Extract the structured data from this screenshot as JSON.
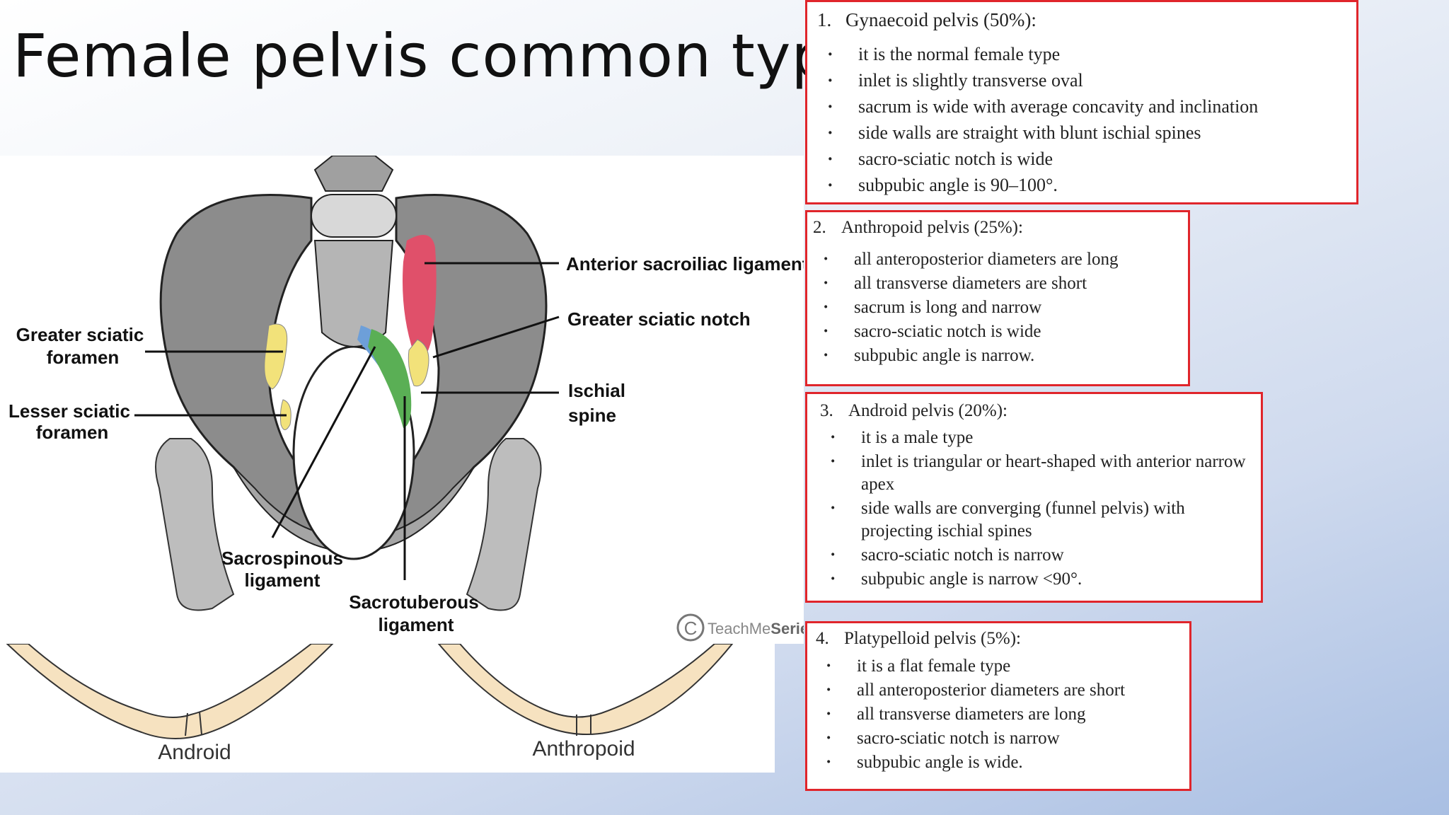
{
  "slide": {
    "title": "Female pelvis common types"
  },
  "figure": {
    "labels": {
      "anterior_sacroiliac": "Anterior sacroiliac ligament",
      "greater_notch": "Greater sciatic notch",
      "greater_foramen_1": "Greater sciatic",
      "greater_foramen_2": "foramen",
      "lesser_foramen_1": "Lesser sciatic",
      "lesser_foramen_2": "foramen",
      "ischial_1": "Ischial",
      "ischial_2": "spine",
      "sacrospinous_1": "Sacrospinous",
      "sacrospinous_2": "ligament",
      "sacrotuberous_1": "Sacrotuberous",
      "sacrotuberous_2": "ligament"
    },
    "watermark": {
      "symbol": "C",
      "brand_a": "TeachMe",
      "brand_b": "Series"
    },
    "lower_labels": {
      "android": "Android",
      "anthropoid": "Anthropoid"
    },
    "colors": {
      "bone": "#9a9a9a",
      "ligament_red": "#e0506a",
      "foramen_yellow": "#f2e27a",
      "ligament_blue": "#6d9fd9",
      "ligament_green": "#5aaf55",
      "lower_bone": "#f6e2c0"
    }
  },
  "boxes": [
    {
      "number": "1.",
      "heading": "Gynaecoid pelvis (50%):",
      "items": [
        "it is the normal female type",
        "inlet is slightly transverse oval",
        "sacrum is wide with average concavity and inclination",
        "side walls are straight with blunt ischial spines",
        "sacro-sciatic notch is wide",
        "subpubic angle is 90–100°."
      ]
    },
    {
      "number": "2.",
      "heading": "Anthropoid pelvis (25%):",
      "items": [
        "all anteroposterior diameters are long",
        "all transverse diameters are short",
        "sacrum is long and narrow",
        "sacro-sciatic notch is wide",
        "subpubic angle is narrow."
      ]
    },
    {
      "number": "3.",
      "heading": "Android pelvis (20%):",
      "items": [
        "it is a male type",
        "inlet is triangular or heart-shaped with anterior narrow apex",
        "side walls are converging (funnel pelvis) with projecting ischial spines",
        "sacro-sciatic notch is narrow",
        "subpubic angle is narrow <90°."
      ]
    },
    {
      "number": "4.",
      "heading": "Platypelloid pelvis (5%):",
      "items": [
        "it is a flat female type",
        "all anteroposterior diameters are short",
        "all transverse diameters are long",
        "sacro-sciatic notch is narrow",
        "subpubic angle is wide."
      ]
    }
  ]
}
